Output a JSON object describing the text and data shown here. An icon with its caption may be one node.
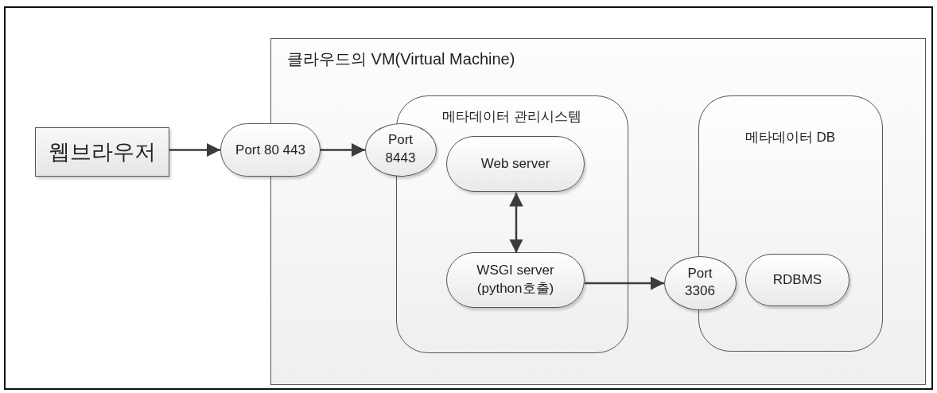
{
  "diagram": {
    "nodes": [
      {
        "text": [
          "웹브라우저"
        ]
      },
      {
        "text": [
          "클라우드의 VM(Virtual Machine)"
        ]
      },
      {
        "text": [
          "Port 80 443"
        ]
      },
      {
        "text": [
          "메타데이터 관리시스템"
        ],
        "in": 1
      },
      {
        "text": [
          "Port 8443"
        ],
        "in": 1
      },
      {
        "text": [
          "Web server"
        ],
        "in": 3
      },
      {
        "text": [
          "WSGI server (python호출)"
        ],
        "in": 3
      },
      {
        "text": [
          "메타데이터 DB"
        ],
        "in": 1
      },
      {
        "text": [
          "Port 3306"
        ],
        "in": 1
      },
      {
        "text": [
          "RDBMS"
        ],
        "in": 7
      }
    ],
    "edges": [
      {
        "from": 0,
        "to": 2,
        "arrow": "to"
      },
      {
        "from": 2,
        "to": 4,
        "arrow": "to"
      },
      {
        "from": 5,
        "to": 6,
        "arrow": "both"
      },
      {
        "from": 6,
        "to": 8,
        "arrow": "to"
      }
    ]
  }
}
